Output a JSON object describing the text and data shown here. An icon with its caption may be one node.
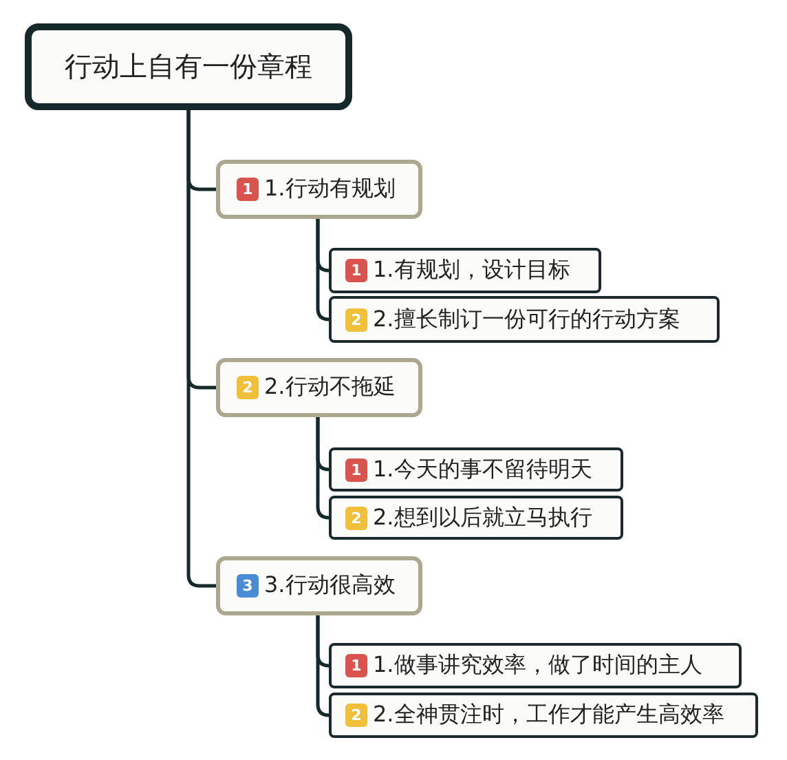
{
  "diagram": {
    "nodes": [
      {
        "text": [
          "行动上自有一份章程"
        ]
      },
      {
        "text": [
          "1",
          "1.行动有规划"
        ]
      },
      {
        "text": [
          "1",
          "1.有规划，设计目标"
        ]
      },
      {
        "text": [
          "2",
          "2.擅长制订一份可行的行动方案"
        ]
      },
      {
        "text": [
          "2",
          "2.行动不拖延"
        ]
      },
      {
        "text": [
          "1",
          "1.今天的事不留待明天"
        ]
      },
      {
        "text": [
          "2",
          "2.想到以后就立马执行"
        ]
      },
      {
        "text": [
          "3",
          "3.行动很高效"
        ]
      },
      {
        "text": [
          "1",
          "1.做事讲究效率，做了时间的主人"
        ]
      },
      {
        "text": [
          "2",
          "2.全神贯注时，工作才能产生高效率"
        ]
      }
    ],
    "edges": [
      {
        "from": 0,
        "to": 1,
        "arrow": "none"
      },
      {
        "from": 0,
        "to": 4,
        "arrow": "none"
      },
      {
        "from": 0,
        "to": 7,
        "arrow": "none"
      },
      {
        "from": 1,
        "to": 2,
        "arrow": "none"
      },
      {
        "from": 1,
        "to": 3,
        "arrow": "none"
      },
      {
        "from": 4,
        "to": 5,
        "arrow": "none"
      },
      {
        "from": 4,
        "to": 6,
        "arrow": "none"
      },
      {
        "from": 7,
        "to": 8,
        "arrow": "none"
      },
      {
        "from": 7,
        "to": 9,
        "arrow": "none"
      }
    ]
  }
}
